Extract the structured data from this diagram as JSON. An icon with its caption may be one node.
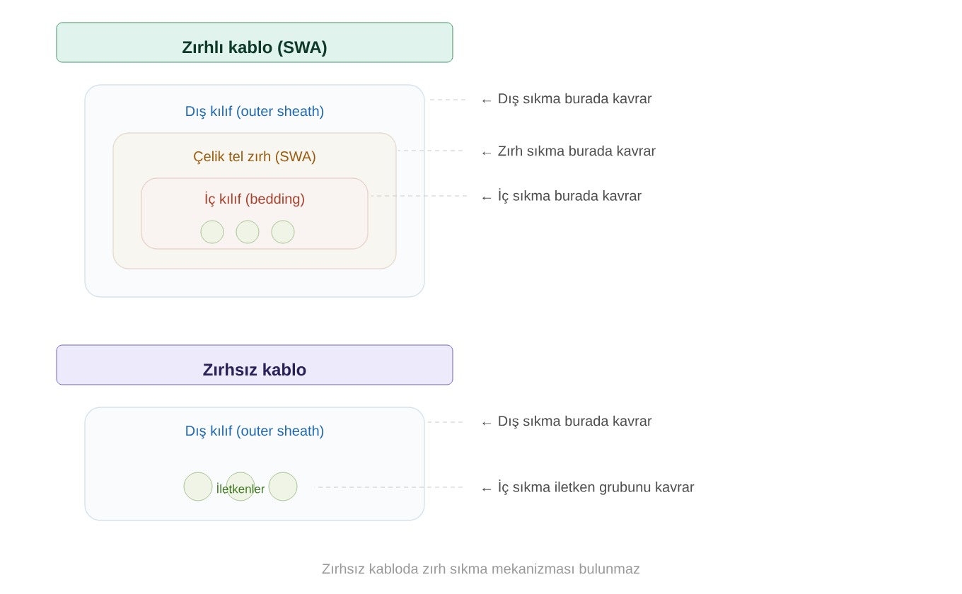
{
  "diagram": {
    "caption": "Zırhsız kabloda zırh sıkma mekanizması bulunmaz",
    "nodes": [
      {
        "text": [
          "Zırhlı kablo (SWA)"
        ]
      },
      {
        "text": [
          "Dış kılıf (outer sheath)"
        ]
      },
      {
        "text": [
          "Çelik tel zırh (SWA)"
        ],
        "in": 1
      },
      {
        "text": [
          "İç kılıf (bedding)"
        ],
        "in": 2
      },
      {
        "text": [],
        "shape": "circle",
        "in": 3
      },
      {
        "text": [],
        "shape": "circle",
        "in": 3
      },
      {
        "text": [],
        "shape": "circle",
        "in": 3
      },
      {
        "text": [
          "← Dış sıkma burada kavrar"
        ]
      },
      {
        "text": [
          "← Zırh sıkma burada kavrar"
        ]
      },
      {
        "text": [
          "← İç sıkma burada kavrar"
        ]
      },
      {
        "text": [
          "Zırhsız kablo"
        ]
      },
      {
        "text": [
          "Dış kılıf (outer sheath)"
        ]
      },
      {
        "text": [],
        "shape": "circle",
        "in": 11
      },
      {
        "text": [],
        "shape": "circle",
        "in": 11
      },
      {
        "text": [],
        "shape": "circle",
        "in": 11
      },
      {
        "text": [
          "← Dış sıkma burada kavrar"
        ]
      },
      {
        "text": [
          "← İç sıkma iletken grubunu kavrar"
        ]
      }
    ],
    "edges": [
      {
        "from": 7,
        "to": 1,
        "arrow": "none",
        "style": "dashed"
      },
      {
        "from": 8,
        "to": 2,
        "arrow": "none",
        "style": "dashed"
      },
      {
        "from": 9,
        "to": 3,
        "arrow": "none",
        "style": "dashed"
      },
      {
        "from": 15,
        "to": 11,
        "arrow": "none",
        "style": "dashed"
      },
      {
        "from": 16,
        "to": 14,
        "arrow": "none",
        "style": "dashed"
      }
    ],
    "labels": [
      "İletkenler"
    ]
  }
}
